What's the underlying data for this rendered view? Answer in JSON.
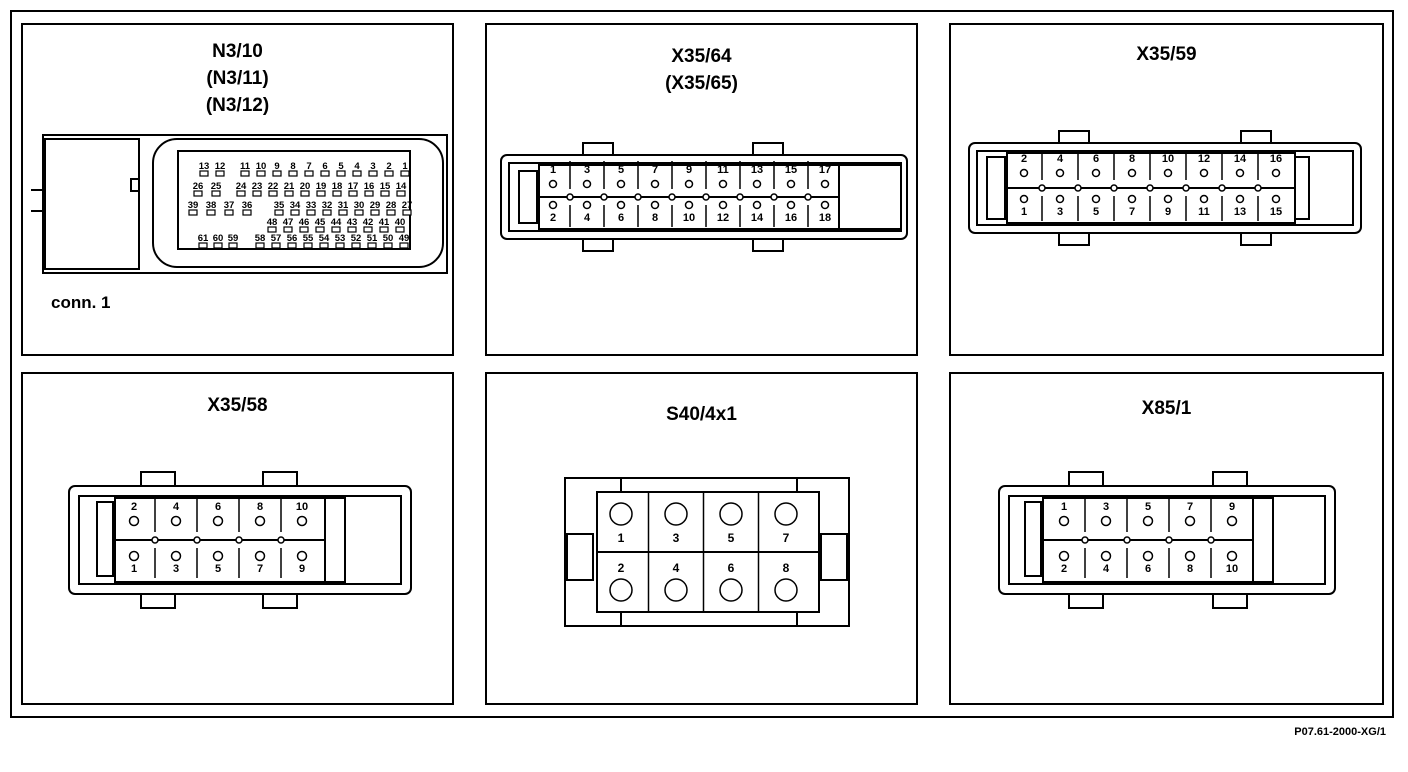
{
  "panels": {
    "p1": {
      "title_lines": [
        "N3/10",
        "(N3/11)",
        "(N3/12)"
      ],
      "note": "conn. 1"
    },
    "p2": {
      "title_lines": [
        "X35/64",
        "(X35/65)"
      ]
    },
    "p3": {
      "title_lines": [
        "X35/59"
      ]
    },
    "p4": {
      "title_lines": [
        "X35/58"
      ]
    },
    "p5": {
      "title_lines": [
        "S40/4x1"
      ]
    },
    "p6": {
      "title_lines": [
        "X85/1"
      ]
    }
  },
  "connectors": {
    "n3": {
      "row1": [
        "13",
        "12",
        "11",
        "10",
        "9",
        "8",
        "7",
        "6",
        "5",
        "4",
        "3",
        "2",
        "1"
      ],
      "row2": [
        "26",
        "25",
        "24",
        "23",
        "22",
        "21",
        "20",
        "19",
        "18",
        "17",
        "16",
        "15",
        "14"
      ],
      "row3": [
        "39",
        "38",
        "37",
        "36",
        "35",
        "34",
        "33",
        "32",
        "31",
        "30",
        "29",
        "28",
        "27"
      ],
      "row4": [
        "48",
        "47",
        "46",
        "45",
        "44",
        "43",
        "42",
        "41",
        "40"
      ],
      "row5": [
        "61",
        "60",
        "59",
        "58",
        "57",
        "56",
        "55",
        "54",
        "53",
        "52",
        "51",
        "50",
        "49"
      ]
    },
    "x35_64": {
      "top": [
        "1",
        "3",
        "5",
        "7",
        "9",
        "11",
        "13",
        "15",
        "17"
      ],
      "bottom": [
        "2",
        "4",
        "6",
        "8",
        "10",
        "12",
        "14",
        "16",
        "18"
      ]
    },
    "x35_59": {
      "top": [
        "2",
        "4",
        "6",
        "8",
        "10",
        "12",
        "14",
        "16"
      ],
      "bottom": [
        "1",
        "3",
        "5",
        "7",
        "9",
        "11",
        "13",
        "15"
      ]
    },
    "x35_58": {
      "top": [
        "2",
        "4",
        "6",
        "8",
        "10"
      ],
      "bottom": [
        "1",
        "3",
        "5",
        "7",
        "9"
      ]
    },
    "s40_4x1": {
      "top": [
        "1",
        "3",
        "5",
        "7"
      ],
      "bottom": [
        "2",
        "4",
        "6",
        "8"
      ]
    },
    "x85_1": {
      "top": [
        "1",
        "3",
        "5",
        "7",
        "9"
      ],
      "bottom": [
        "2",
        "4",
        "6",
        "8",
        "10"
      ]
    }
  },
  "footer": {
    "code": "P07.61-2000-XG/1"
  }
}
